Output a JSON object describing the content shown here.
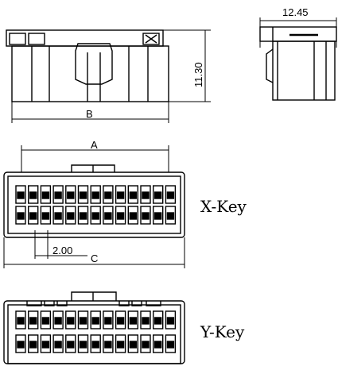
{
  "labels": {
    "width_top": "12.45",
    "height_side": "11.30",
    "dim_b": "B",
    "dim_a": "A",
    "pitch": "2.00",
    "dim_c": "C",
    "x_key": "X-Key",
    "y_key": "Y-Key"
  },
  "colors": {
    "line": "#000000",
    "background": "#ffffff"
  }
}
